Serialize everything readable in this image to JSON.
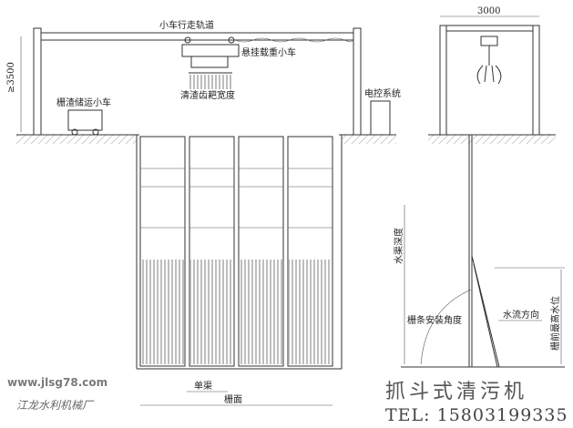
{
  "labels": {
    "track": "小车行走轨道",
    "hoist_trolley": "悬挂载重小车",
    "rake_width": "清渣齿耙宽度",
    "debris_cart": "栅渣储运小车",
    "control_system": "电控系统",
    "height_dim": "≥3500",
    "width_dim": "3000",
    "channel_depth": "水渠深度",
    "max_water_level": "栅前最高水位",
    "install_angle": "栅条安装角度",
    "flow_direction": "水流方向",
    "single_channel": "单渠",
    "grate_face": "栅面"
  },
  "title": "抓斗式清污机",
  "tel": "TEL: 15803199335",
  "watermark": {
    "url": "www.jlsg78.com",
    "company": "江龙水利机械厂"
  }
}
